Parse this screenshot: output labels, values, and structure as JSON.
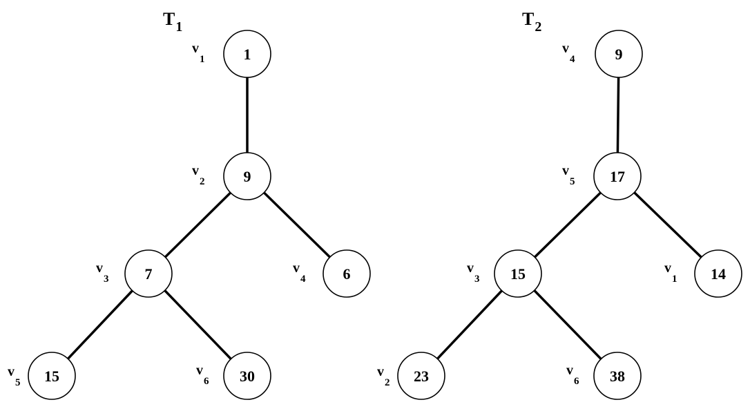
{
  "trees": [
    {
      "id": "t1",
      "title": {
        "main": "T",
        "sub": "1"
      },
      "nodes": [
        {
          "id": "v1",
          "value": "1",
          "label": {
            "main": "v",
            "sub": "1"
          }
        },
        {
          "id": "v2",
          "value": "9",
          "label": {
            "main": "v",
            "sub": "2"
          }
        },
        {
          "id": "v3",
          "value": "7",
          "label": {
            "main": "v",
            "sub": "3"
          }
        },
        {
          "id": "v4",
          "value": "6",
          "label": {
            "main": "v",
            "sub": "4"
          }
        },
        {
          "id": "v5",
          "value": "15",
          "label": {
            "main": "v",
            "sub": "5"
          }
        },
        {
          "id": "v6",
          "value": "30",
          "label": {
            "main": "v",
            "sub": "6"
          }
        }
      ],
      "edges": [
        [
          "v1",
          "v2"
        ],
        [
          "v2",
          "v3"
        ],
        [
          "v2",
          "v4"
        ],
        [
          "v3",
          "v5"
        ],
        [
          "v3",
          "v6"
        ]
      ]
    },
    {
      "id": "t2",
      "title": {
        "main": "T",
        "sub": "2"
      },
      "nodes": [
        {
          "id": "v4",
          "value": "9",
          "label": {
            "main": "v",
            "sub": "4"
          }
        },
        {
          "id": "v5",
          "value": "17",
          "label": {
            "main": "v",
            "sub": "5"
          }
        },
        {
          "id": "v3",
          "value": "15",
          "label": {
            "main": "v",
            "sub": "3"
          }
        },
        {
          "id": "v1",
          "value": "14",
          "label": {
            "main": "v",
            "sub": "1"
          }
        },
        {
          "id": "v2",
          "value": "23",
          "label": {
            "main": "v",
            "sub": "2"
          }
        },
        {
          "id": "v6",
          "value": "38",
          "label": {
            "main": "v",
            "sub": "6"
          }
        }
      ],
      "edges": [
        [
          "v4",
          "v5"
        ],
        [
          "v5",
          "v3"
        ],
        [
          "v5",
          "v1"
        ],
        [
          "v3",
          "v2"
        ],
        [
          "v3",
          "v6"
        ]
      ]
    }
  ]
}
